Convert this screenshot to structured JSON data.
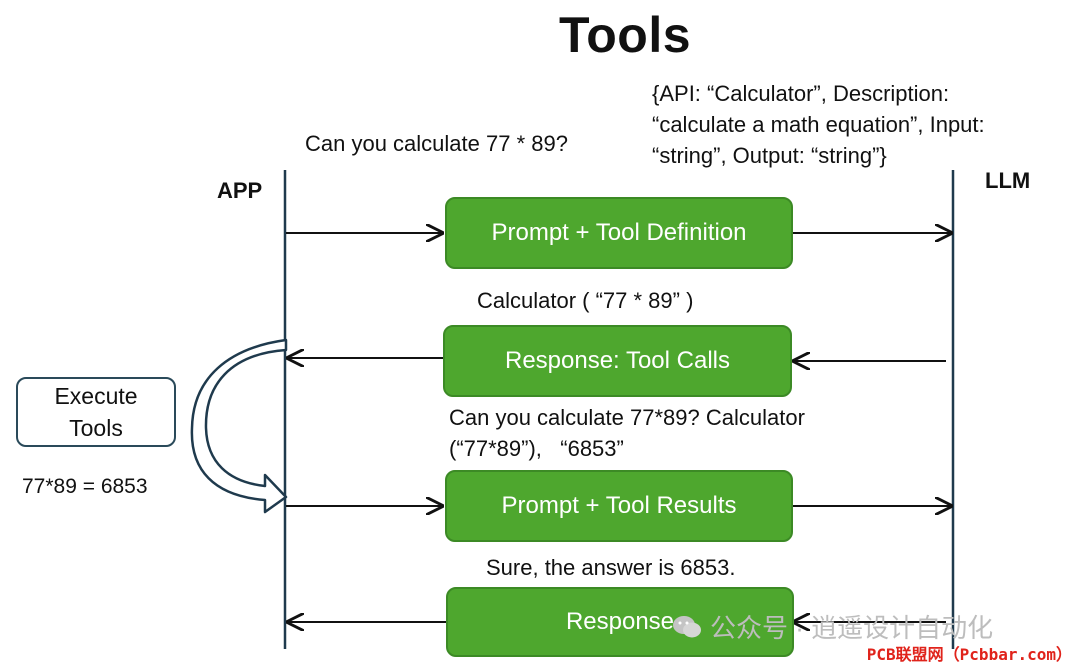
{
  "title": "Tools",
  "lifelines": {
    "app": "APP",
    "llm": "LLM"
  },
  "tool_spec": {
    "line1": "{API: “Calculator”, Description:",
    "line2": "“calculate a math equation”, Input:",
    "line3": "“string”, Output: “string”}"
  },
  "messages": {
    "user_question": "Can you calculate 77 * 89?",
    "tool_call": "Calculator ( “77 * 89” )",
    "followup_line1": "Can you calculate 77*89? Calculator",
    "followup_line2": "(“77*89”),   “6853”",
    "final_answer": "Sure, the answer is 6853."
  },
  "boxes": {
    "prompt_tool_definition": "Prompt + Tool Definition",
    "response_tool_calls": "Response: Tool Calls",
    "prompt_tool_results": "Prompt + Tool Results",
    "response": "Response"
  },
  "execute": {
    "line1": "Execute",
    "line2": "Tools",
    "result": "77*89 = 6853"
  },
  "watermark": "公众号 · 逍遥设计自动化",
  "footer": "PCB联盟网（Pcbbar.com）",
  "colors": {
    "box_fill": "#4ea72e",
    "line": "#1f3a4d",
    "arrow": "#111111"
  }
}
